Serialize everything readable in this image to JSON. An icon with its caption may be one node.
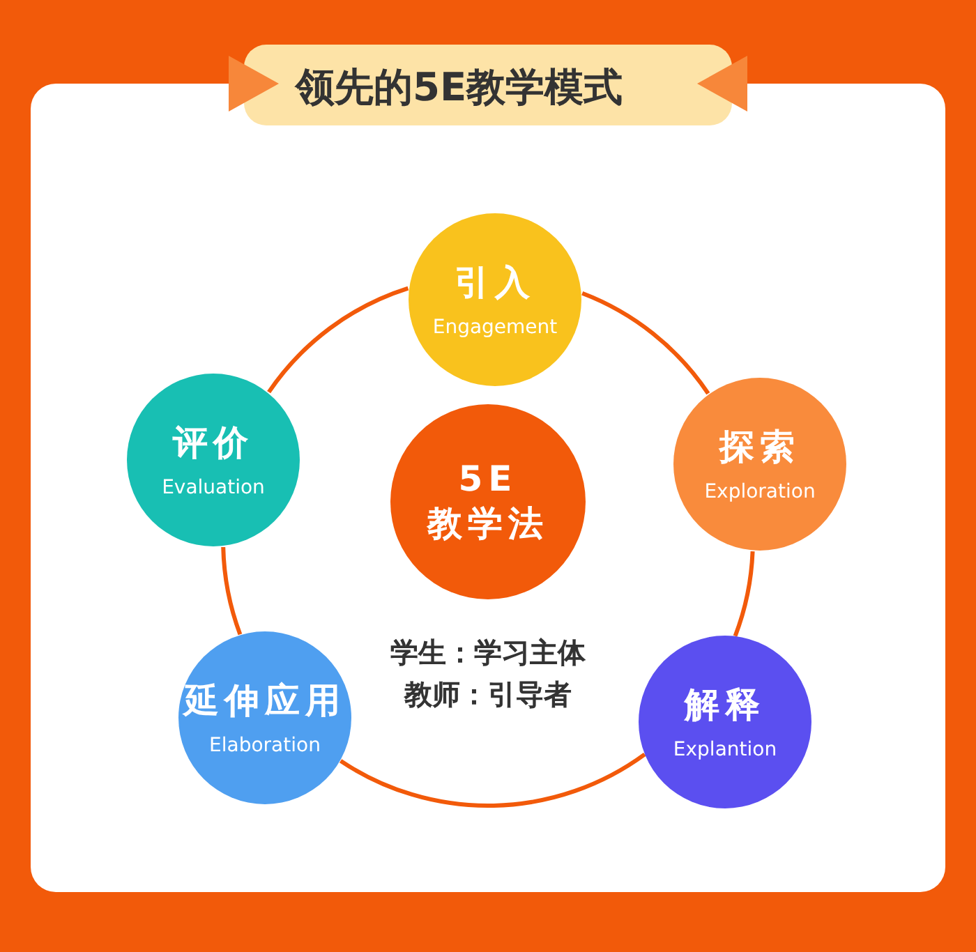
{
  "diagram": {
    "title": "领先的5E教学模式",
    "nodes": [
      {
        "text": [
          "5E",
          "教学法"
        ]
      },
      {
        "text": [
          "引入",
          "Engagement"
        ]
      },
      {
        "text": [
          "探索",
          "Exploration"
        ]
      },
      {
        "text": [
          "解释",
          "Explantion"
        ]
      },
      {
        "text": [
          "延伸应用",
          "Elaboration"
        ]
      },
      {
        "text": [
          "评价",
          "Evaluation"
        ]
      }
    ],
    "edges": [
      {
        "from": 1,
        "to": 2,
        "arrow": "none"
      },
      {
        "from": 2,
        "to": 3,
        "arrow": "none"
      },
      {
        "from": 3,
        "to": 4,
        "arrow": "none"
      },
      {
        "from": 4,
        "to": 5,
        "arrow": "none"
      },
      {
        "from": 5,
        "to": 1,
        "arrow": "none"
      }
    ],
    "labels": [
      "学生：学习主体",
      "教师：引导者"
    ]
  }
}
